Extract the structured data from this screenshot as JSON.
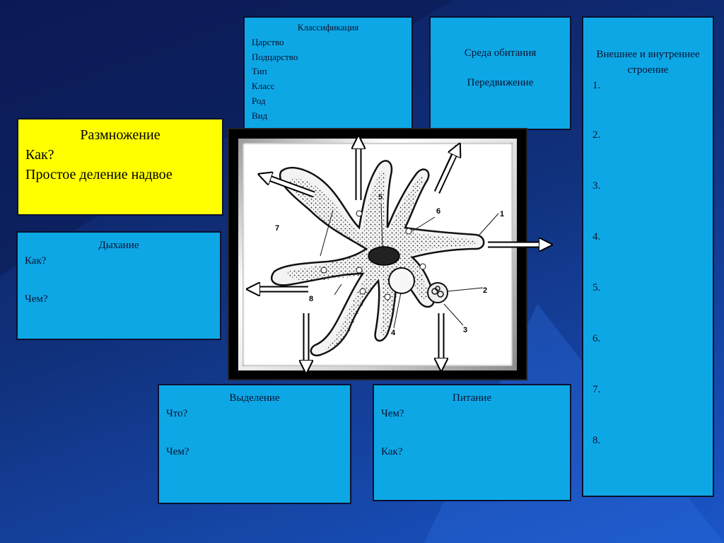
{
  "classification": {
    "title": "Классификация",
    "lines": [
      "Царство",
      "Подцарство",
      "Тип",
      "Класс",
      "Род",
      "Вид"
    ]
  },
  "habitat": {
    "line1": "Среда обитания",
    "line2": "Передвижение"
  },
  "structure": {
    "title": "Внешнее и внутреннее строение",
    "items": [
      "1.",
      "2.",
      "3.",
      "4.",
      "5.",
      "6.",
      "7.",
      "8."
    ]
  },
  "reproduction": {
    "title": "Размножение",
    "question": "Как?",
    "answer": "Простое деление надвое"
  },
  "breathing": {
    "title": "Дыхание",
    "q1": "Как?",
    "q2": "Чем?"
  },
  "excretion": {
    "title": "Выделение",
    "q1": "Что?",
    "q2": "Чем?"
  },
  "nutrition": {
    "title": "Питание",
    "q1": "Чем?",
    "q2": "Как?"
  },
  "figure_labels": [
    "1",
    "2",
    "3",
    "4",
    "5",
    "6",
    "7",
    "8"
  ],
  "colors": {
    "box": "#0ea7e6",
    "highlight": "#ffff00",
    "background": "#10307a"
  }
}
